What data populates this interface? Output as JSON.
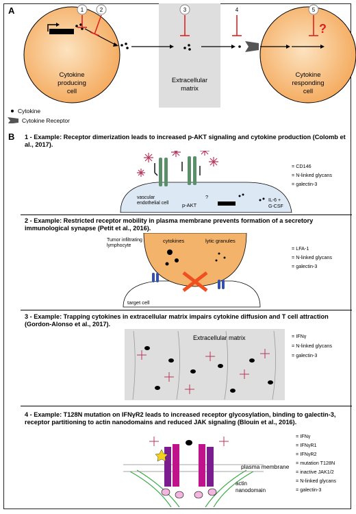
{
  "panel_a": {
    "letter": "A",
    "steps": [
      "1",
      "2",
      "3",
      "4",
      "5"
    ],
    "question_mark": "?",
    "producing_cell": "Cytokine producing cell",
    "matrix": "Extracellular matrix",
    "responding_cell": "Cytokine responding cell",
    "legend_cytokine": "Cytokine",
    "legend_receptor": "Cytokine Receptor"
  },
  "panel_b": {
    "letter": "B",
    "ex1": {
      "title": "1 - Example: Receptor dimerization leads to increased p-AKT signaling and cytokine production (Colomb et al., 2017).",
      "legend": [
        "= CD146",
        "= N-linked glycans",
        "= galectin-3"
      ],
      "labels": {
        "cell": "vascular endothelial cell",
        "pakt": "p-AKT",
        "q": "?",
        "il6": "IL-6 +",
        "gcsf": "G-CSF"
      }
    },
    "ex2": {
      "title": "2 - Example: Restricted receptor mobility in plasma membrane prevents formation of a secretory immunological synapse (Petit et al., 2016).",
      "legend": [
        "= LFA-1",
        "= N-linked glycans",
        "= galectin-3"
      ],
      "labels": {
        "til": "Tumor infiltrating lymphocyte",
        "cytokines": "cytokines",
        "lytic": "lytic granules",
        "target": "target cell"
      }
    },
    "ex3": {
      "title": "3 - Example: Trapping cytokines in extracellular matrix impairs cytokine diffusion and T cell attraction (Gordon-Alonso et al., 2017).",
      "legend": [
        "= IFNγ",
        "= N-linked glycans",
        "= galectin-3"
      ],
      "labels": {
        "matrix": "Extracellular matrix"
      }
    },
    "ex4": {
      "title": "4 - Example: T128N mutation on IFNγR2 leads to increased receptor glycosylation, binding to galectin-3, receptor partitioning to actin nanodomains and reduced JAK signaling (Blouin et al., 2016).",
      "legend": [
        "= IFNγ",
        "= IFNγR1",
        "= IFNγR2",
        "= mutation T128N",
        "= inactive JAK1/2",
        "= N-linked glycans",
        "= galectin-3"
      ],
      "labels": {
        "pm": "plasma membrane",
        "actin": "actin nanodomain"
      }
    }
  },
  "colors": {
    "cell_fill": "#f7c78a",
    "inhibit_red": "#e02020",
    "cd146_green": "#5a8f6a",
    "galectin_pink": "#b5365a",
    "lfa_blue": "#3550a8",
    "matrix_gray": "#dedede",
    "ifngr1_magenta": "#c0128a",
    "ifngr2_purple": "#7b1d8f",
    "mutation_yellow": "#f4d21c",
    "jak_pink": "#f2b6e0",
    "actin_green": "#37a845"
  }
}
